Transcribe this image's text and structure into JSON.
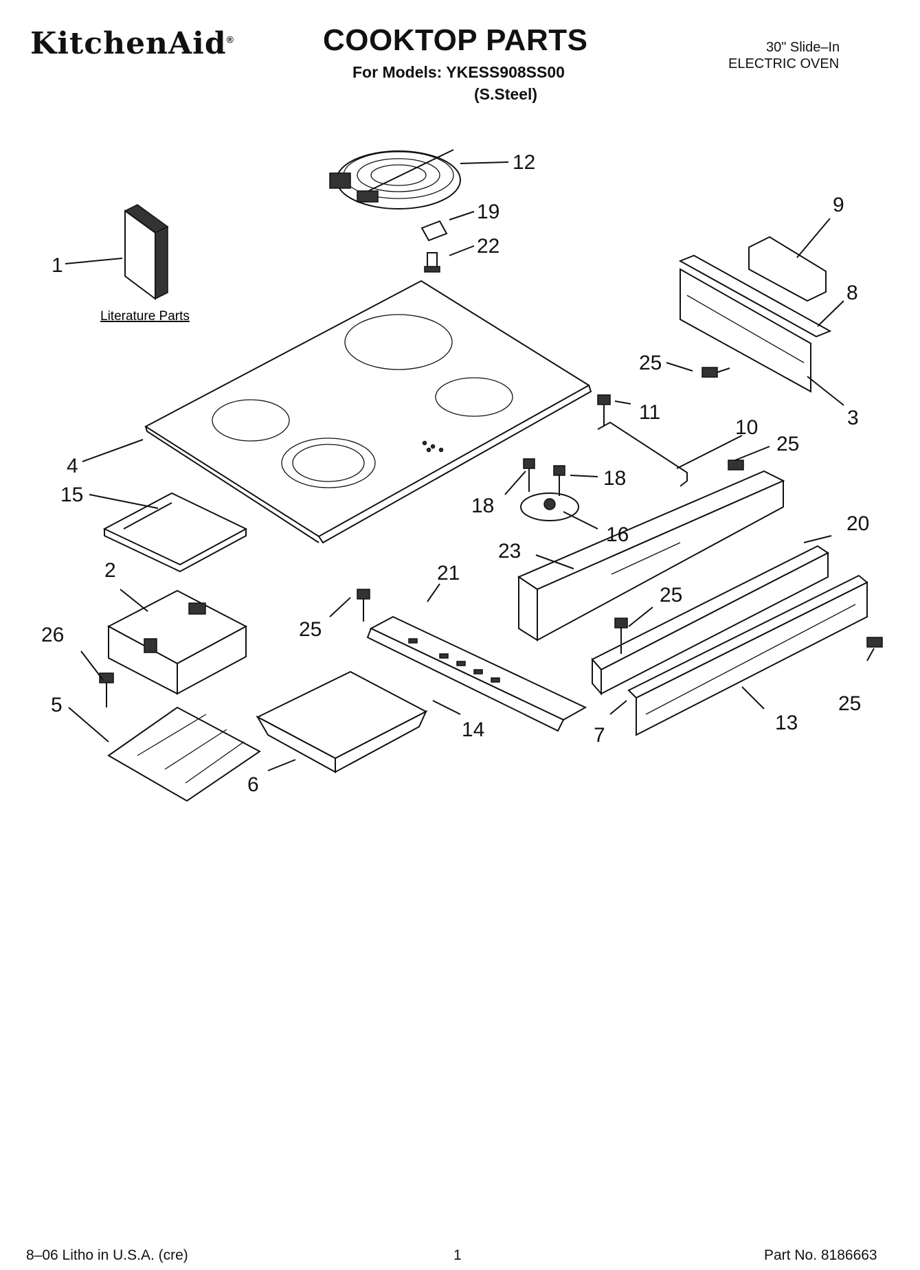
{
  "header": {
    "brand": "KitchenAid",
    "brand_mark": "®",
    "title": "COOKTOP PARTS",
    "models_line": "For Models: YKESS908SS00",
    "finish_line": "(S.Steel)",
    "product_line1": "30\" Slide–In",
    "product_line2": "ELECTRIC OVEN"
  },
  "literature_label": "Literature Parts",
  "callouts": [
    {
      "id": "c1",
      "label": "1"
    },
    {
      "id": "c2",
      "label": "2"
    },
    {
      "id": "c3",
      "label": "3"
    },
    {
      "id": "c4",
      "label": "4"
    },
    {
      "id": "c5",
      "label": "5"
    },
    {
      "id": "c6",
      "label": "6"
    },
    {
      "id": "c7",
      "label": "7"
    },
    {
      "id": "c8",
      "label": "8"
    },
    {
      "id": "c9",
      "label": "9"
    },
    {
      "id": "c10",
      "label": "10"
    },
    {
      "id": "c11",
      "label": "11"
    },
    {
      "id": "c12",
      "label": "12"
    },
    {
      "id": "c13",
      "label": "13"
    },
    {
      "id": "c14",
      "label": "14"
    },
    {
      "id": "c15",
      "label": "15"
    },
    {
      "id": "c16",
      "label": "16"
    },
    {
      "id": "c18a",
      "label": "18"
    },
    {
      "id": "c18b",
      "label": "18"
    },
    {
      "id": "c19",
      "label": "19"
    },
    {
      "id": "c20",
      "label": "20"
    },
    {
      "id": "c21",
      "label": "21"
    },
    {
      "id": "c22",
      "label": "22"
    },
    {
      "id": "c23",
      "label": "23"
    },
    {
      "id": "c25a",
      "label": "25"
    },
    {
      "id": "c25b",
      "label": "25"
    },
    {
      "id": "c25c",
      "label": "25"
    },
    {
      "id": "c25d",
      "label": "25"
    },
    {
      "id": "c25e",
      "label": "25"
    },
    {
      "id": "c26",
      "label": "26"
    }
  ],
  "footer": {
    "left": "8–06 Litho in U.S.A. (cre)",
    "center": "1",
    "right": "Part No. 8186663"
  }
}
